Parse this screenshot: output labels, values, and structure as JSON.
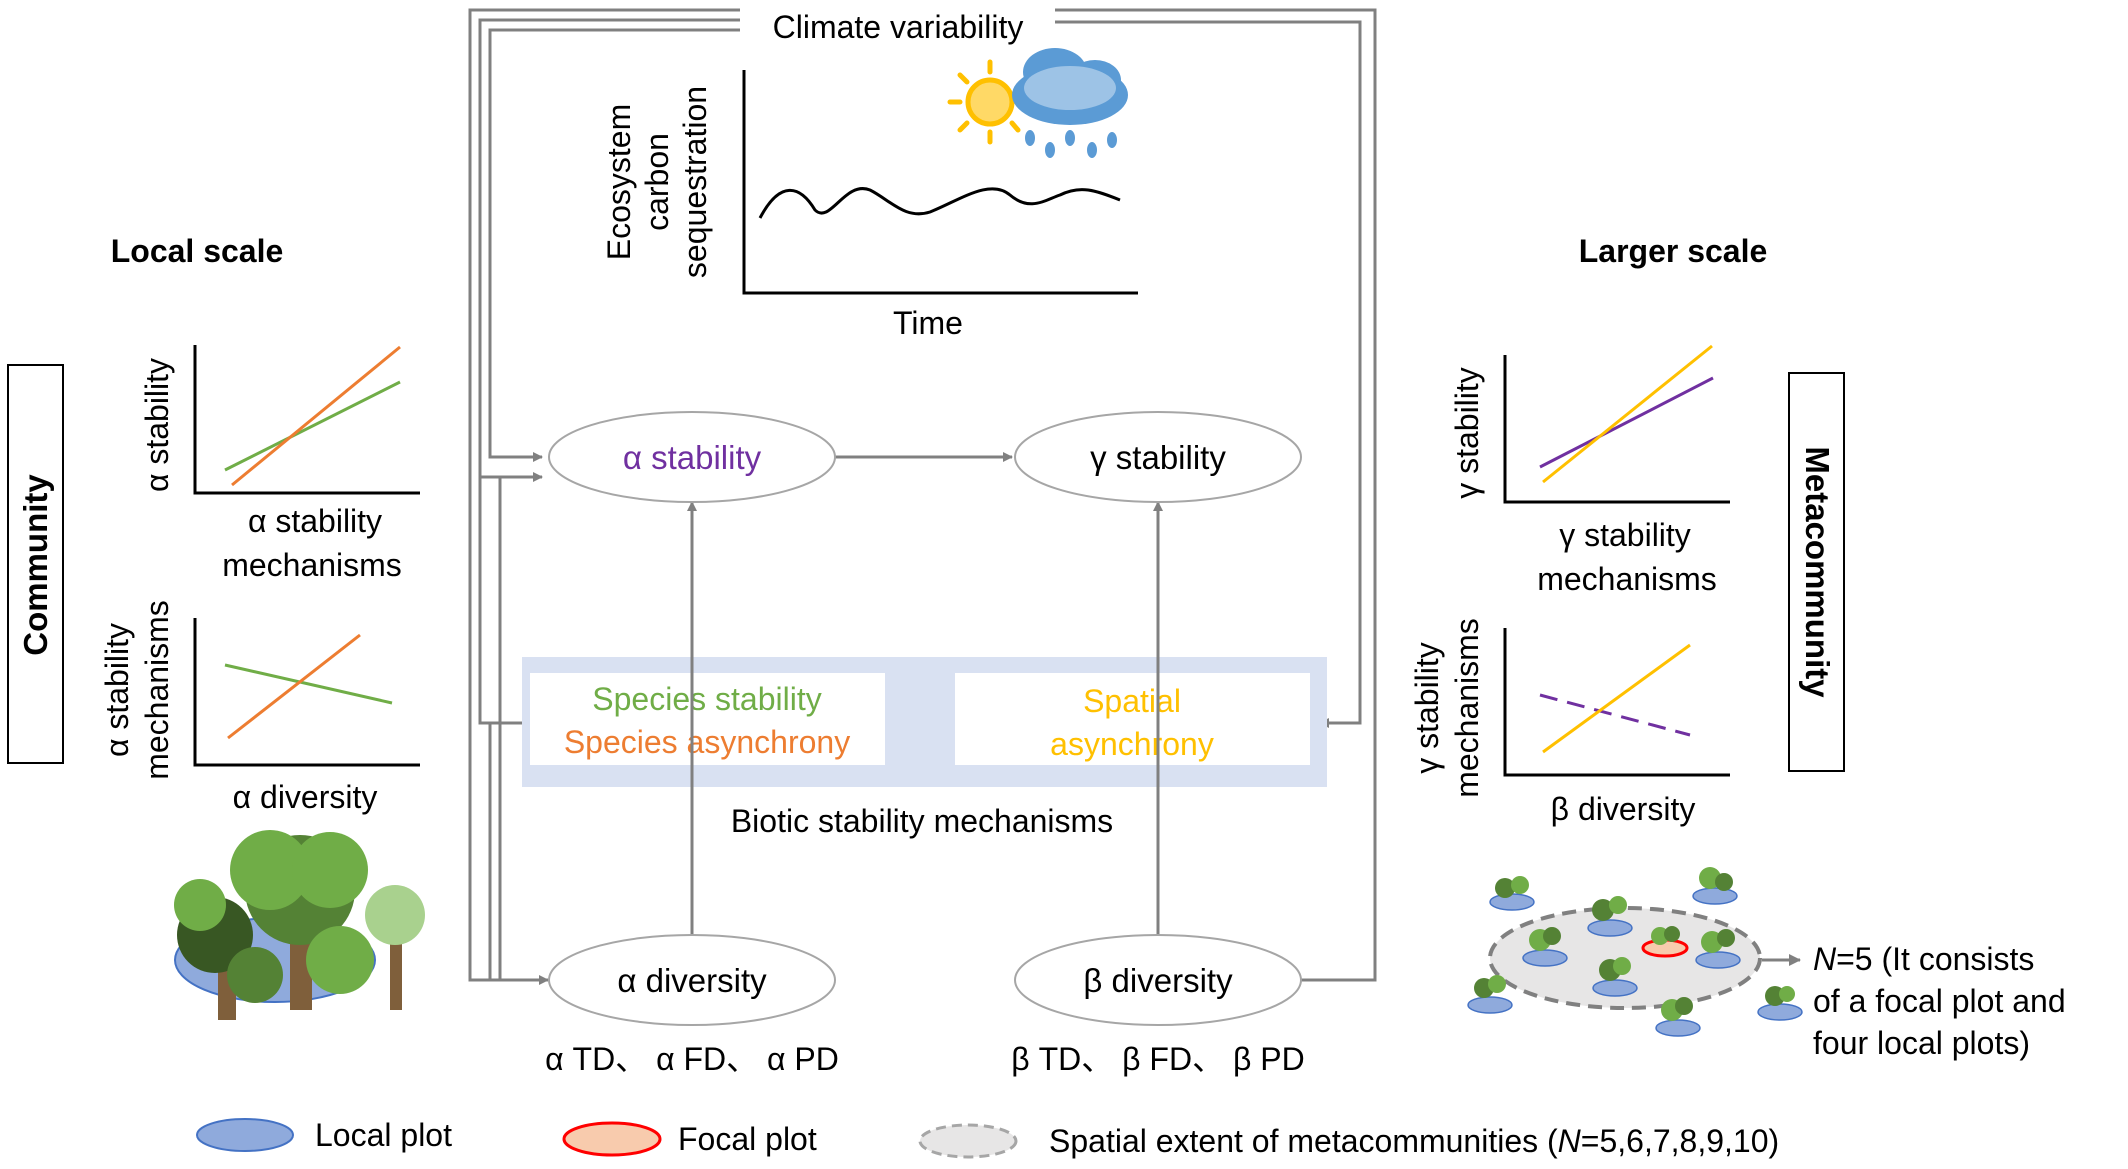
{
  "header": {
    "climate": "Climate variability",
    "local_scale": "Local scale",
    "larger_scale": "Larger scale"
  },
  "side_labels": {
    "community": "Community",
    "metacommunity": "Metacommunity"
  },
  "climate_plot": {
    "ylabel_lines": [
      "Ecosystem",
      "carbon",
      "sequestration"
    ],
    "xlabel": "Time"
  },
  "nodes": {
    "alpha_stability": "α stability",
    "gamma_stability": "γ stability",
    "alpha_diversity": "α diversity",
    "beta_diversity": "β diversity"
  },
  "mechanisms": {
    "species_stability": "Species stability",
    "species_asynchrony": "Species asynchrony",
    "spatial_line1": "Spatial",
    "spatial_line2": "asynchrony",
    "caption": "Biotic stability mechanisms"
  },
  "diversity_types": {
    "alpha": "α TD、 α FD、 α PD",
    "beta": "β TD、 β FD、 β PD"
  },
  "local_plots": {
    "top": {
      "ylabel": "α stability",
      "xlabel_lines": [
        "α stability",
        "mechanisms"
      ]
    },
    "bottom": {
      "ylabel_lines": [
        "α stability",
        "mechanisms"
      ],
      "xlabel": "α diversity"
    }
  },
  "larger_plots": {
    "top": {
      "ylabel": "γ stability",
      "xlabel_lines": [
        "γ stability",
        "mechanisms"
      ]
    },
    "bottom": {
      "ylabel_lines": [
        "γ stability",
        "mechanisms"
      ],
      "xlabel": "β diversity"
    }
  },
  "metacommunity_note": {
    "n_italic": "N",
    "line1": "=5  (It  consists",
    "line2": "of a focal plot and",
    "line3": "four local plots)"
  },
  "legend": {
    "local_plot": "Local plot",
    "focal_plot": "Focal plot",
    "extent_prefix": "Spatial extent of metacommunities (",
    "extent_n": "N",
    "extent_suffix": "=5,6,7,8,9,10)"
  },
  "colors": {
    "arrow": "#808080",
    "alpha_purple": "#7030a0",
    "green": "#70ad47",
    "orange": "#ed7d31",
    "yellow": "#ffc000",
    "mechanism_bg": "#d9e1f2",
    "local_plot_fill": "#8faadc",
    "focal_plot_stroke": "#ff0000",
    "extent_fill": "#e7e6e6"
  }
}
